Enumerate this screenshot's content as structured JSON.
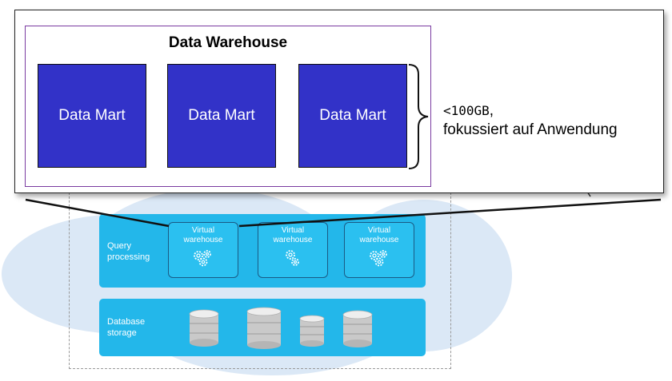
{
  "callout": {
    "title": "Data Warehouse",
    "marts": [
      "Data Mart",
      "Data Mart",
      "Data Mart"
    ],
    "brace_size": "<100GB",
    "brace_comma": ",",
    "brace_desc": "fokussiert auf Anwendung"
  },
  "architecture": {
    "query_label": "Query\nprocessing",
    "storage_label": "Database\nstorage",
    "warehouses": [
      "Virtual\nwarehouse",
      "Virtual\nwarehouse",
      "Virtual\nwarehouse"
    ]
  },
  "colors": {
    "mart_fill": "#3232c8",
    "frame_border": "#7a3aa0",
    "band_fill": "#23b7ea",
    "cloud": "#dbe8f6"
  },
  "icons": {
    "warehouse": "gears-icon",
    "storage": "database-cylinder-icon"
  }
}
